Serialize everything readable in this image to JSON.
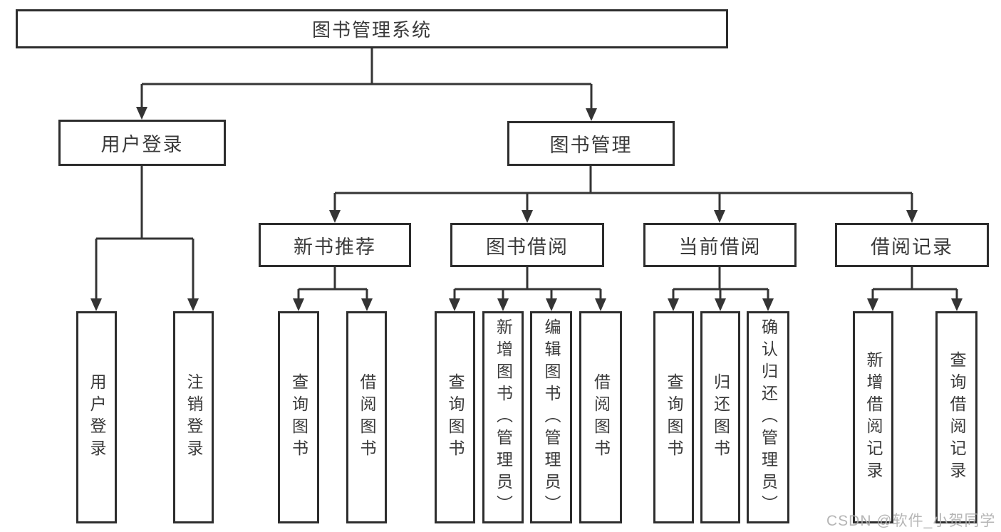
{
  "colors": {
    "line": "#343434",
    "border": "#2d2d2d",
    "text": "#3a3a3a",
    "background": "#ffffff",
    "watermark": "#aeaeae"
  },
  "diagram": {
    "root": {
      "label": "图书管理系统"
    },
    "branches": [
      {
        "label": "用户登录",
        "children": [
          {
            "label": "用户登录"
          },
          {
            "label": "注销登录"
          }
        ]
      },
      {
        "label": "图书管理",
        "children": [
          {
            "label": "新书推荐",
            "children": [
              {
                "label": "查询图书"
              },
              {
                "label": "借阅图书"
              }
            ]
          },
          {
            "label": "图书借阅",
            "children": [
              {
                "label": "查询图书"
              },
              {
                "label": "新增图书（管理员）"
              },
              {
                "label": "编辑图书（管理员）"
              },
              {
                "label": "借阅图书"
              }
            ]
          },
          {
            "label": "当前借阅",
            "children": [
              {
                "label": "查询图书"
              },
              {
                "label": "归还图书"
              },
              {
                "label": "确认归还（管理员）"
              }
            ]
          },
          {
            "label": "借阅记录",
            "children": [
              {
                "label": "新增借阅记录"
              },
              {
                "label": "查询借阅记录"
              }
            ]
          }
        ]
      }
    ]
  },
  "watermark": {
    "text": "CSDN @软件_小贺同学"
  }
}
